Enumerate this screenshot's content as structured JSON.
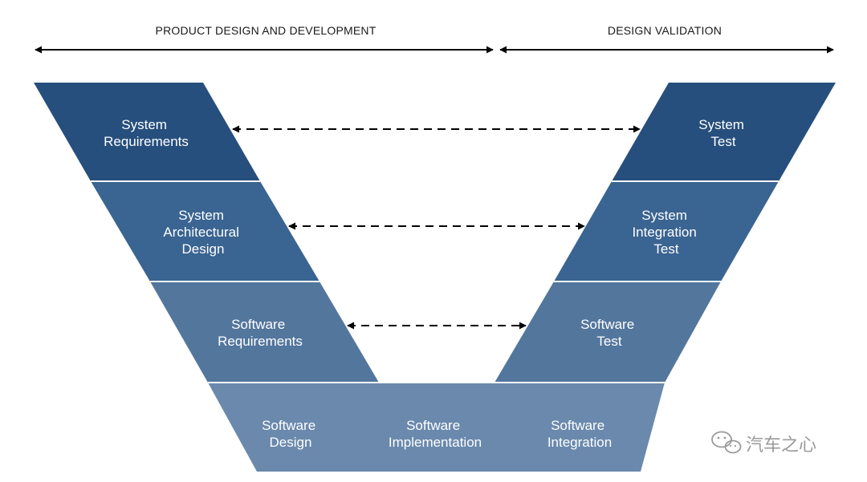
{
  "headers": {
    "left": "PRODUCT DESIGN AND DEVELOPMENT",
    "right": "DESIGN VALIDATION"
  },
  "colors": {
    "level1": "#264f7d",
    "level2": "#3a6491",
    "level3": "#53769d",
    "level4": "#6a89ad",
    "separator": "#ffffff",
    "arrow": "#000000"
  },
  "left_blocks": [
    {
      "lines": [
        "System",
        "Requirements"
      ]
    },
    {
      "lines": [
        "System",
        "Architectural",
        "Design"
      ]
    },
    {
      "lines": [
        "Software",
        "Requirements"
      ]
    }
  ],
  "right_blocks": [
    {
      "lines": [
        "System",
        "Test"
      ]
    },
    {
      "lines": [
        "System",
        "Integration",
        "Test"
      ]
    },
    {
      "lines": [
        "Software",
        "Test"
      ]
    }
  ],
  "bottom_blocks": [
    {
      "lines": [
        "Software",
        "Design"
      ]
    },
    {
      "lines": [
        "Software",
        "Implementation"
      ]
    },
    {
      "lines": [
        "Software",
        "Integration"
      ]
    }
  ],
  "watermark": {
    "icon": "wechat-icon",
    "text": "汽车之心"
  }
}
